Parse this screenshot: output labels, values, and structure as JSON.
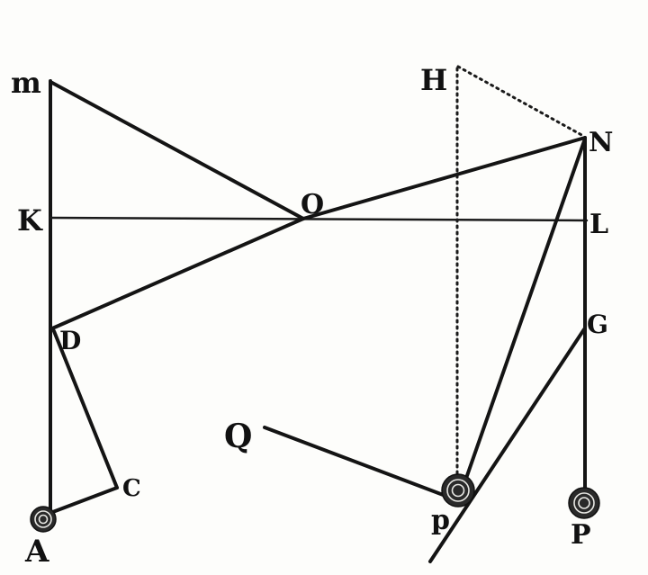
{
  "diagram": {
    "labels": {
      "m": "m",
      "H": "H",
      "N": "N",
      "K": "K",
      "O": "O",
      "L": "L",
      "D": "D",
      "G": "G",
      "Q": "Q",
      "C": "C",
      "A": "A",
      "p": "p",
      "P": "P"
    }
  }
}
